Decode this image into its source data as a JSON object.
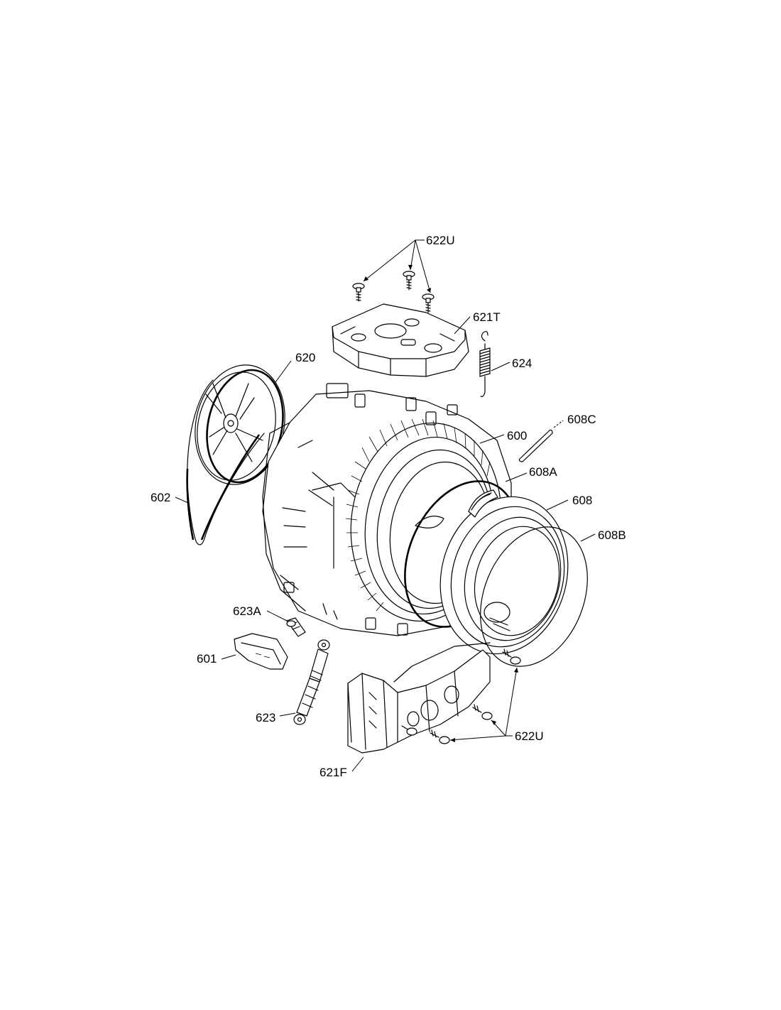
{
  "labels": {
    "l622u_top": "622U",
    "l621t": "621T",
    "l624": "624",
    "l620": "620",
    "l608c": "608C",
    "l600": "600",
    "l608a": "608A",
    "l602": "602",
    "l608": "608",
    "l608b": "608B",
    "l623a": "623A",
    "l601": "601",
    "l623": "623",
    "l622u_bottom": "622U",
    "l621f": "621F"
  }
}
